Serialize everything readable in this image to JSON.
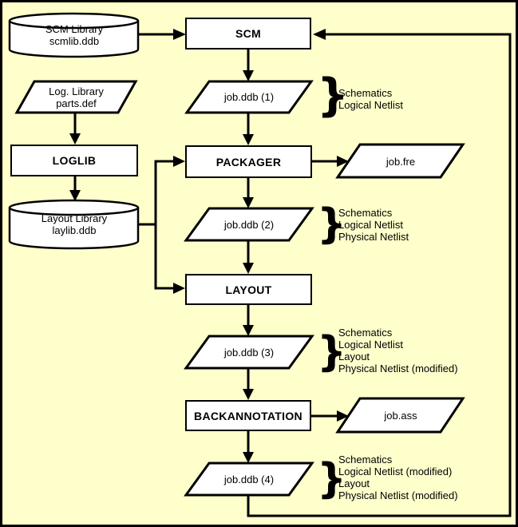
{
  "colors": {
    "background": "#FFFFCC",
    "shape_fill": "#FFFFFF",
    "line": "#000000"
  },
  "nodes": {
    "scm_library": {
      "kind": "datastore",
      "lines": [
        "SCM Library",
        "scmlib.ddb"
      ]
    },
    "scm": {
      "kind": "process",
      "label": "SCM"
    },
    "job_ddb_1": {
      "kind": "data",
      "label": "job.ddb (1)"
    },
    "log_library": {
      "kind": "data",
      "lines": [
        "Log. Library",
        "parts.def"
      ]
    },
    "loglib": {
      "kind": "process",
      "label": "LOGLIB"
    },
    "layout_library": {
      "kind": "datastore",
      "lines": [
        "Layout Library",
        "laylib.ddb"
      ]
    },
    "packager": {
      "kind": "process",
      "label": "PACKAGER"
    },
    "job_fre": {
      "kind": "data",
      "label": "job.fre"
    },
    "job_ddb_2": {
      "kind": "data",
      "label": "job.ddb (2)"
    },
    "layout": {
      "kind": "process",
      "label": "LAYOUT"
    },
    "job_ddb_3": {
      "kind": "data",
      "label": "job.ddb (3)"
    },
    "backannotation": {
      "kind": "process",
      "label": "BACKANNOTATION"
    },
    "job_ass": {
      "kind": "data",
      "label": "job.ass"
    },
    "job_ddb_4": {
      "kind": "data",
      "label": "job.ddb (4)"
    }
  },
  "annotations": {
    "job_ddb_1": {
      "brace": "}",
      "lines": [
        "Schematics",
        "Logical Netlist"
      ]
    },
    "job_ddb_2": {
      "brace": "}",
      "lines": [
        "Schematics",
        "Logical Netlist",
        "Physical Netlist"
      ]
    },
    "job_ddb_3": {
      "brace": "}",
      "lines": [
        "Schematics",
        "Logical Netlist",
        "Layout",
        "Physical Netlist (modified)"
      ]
    },
    "job_ddb_4": {
      "brace": "}",
      "lines": [
        "Schematics",
        "Logical Netlist (modified)",
        "Layout",
        "Physical Netlist (modified)"
      ]
    }
  }
}
